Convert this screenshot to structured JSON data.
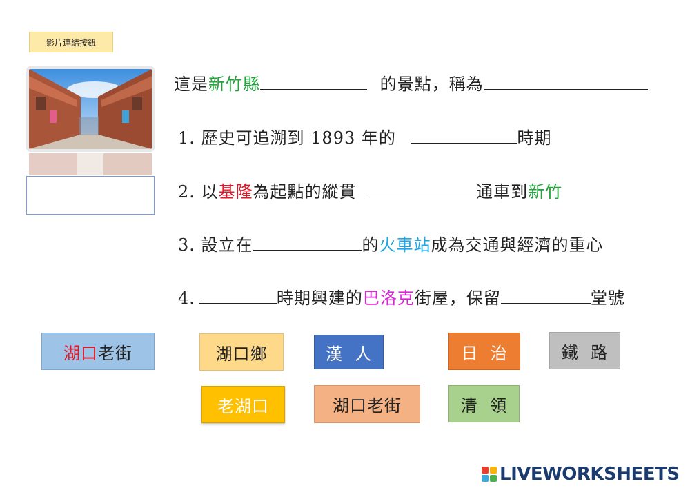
{
  "video_button": {
    "label": "影片連結按鈕"
  },
  "question": {
    "intro": {
      "prefix": "這是",
      "place": "新竹縣",
      "middle": "的景點，稱為"
    },
    "q1": {
      "prefix": "1. 歷史可追溯到 1893 年的",
      "suffix": "時期"
    },
    "q2": {
      "prefix": "2. 以",
      "start": "基隆",
      "middle": "為起點的縱貫",
      "to": "通車到",
      "dest": "新竹"
    },
    "q3": {
      "prefix": "3. 設立在",
      "the": "的",
      "station": "火車站",
      "suffix": "成為交通與經濟的重心"
    },
    "q4": {
      "prefix": "4.",
      "period": "時期興建的",
      "style": "巴洛克",
      "street": "街屋，保留",
      "suffix": "堂號"
    }
  },
  "tiles": [
    {
      "red": "湖口",
      "rest": "老街",
      "bg": "#9dc3e6",
      "border": "#7ea6cf"
    },
    {
      "text": "湖口鄉",
      "bg": "#ffd98a",
      "border": "#e8bf68"
    },
    {
      "text": "漢  人",
      "bg": "#4472c4",
      "border": "#365c9e",
      "color": "#ffffff"
    },
    {
      "text": "日  治",
      "bg": "#ed7d31",
      "border": "#c9651f",
      "color": "#ffffff"
    },
    {
      "text": "鐵  路",
      "bg": "#bfbfbf",
      "border": "#a5a5a5"
    },
    {
      "text": "老湖口",
      "bg": "#ffc000",
      "border": "#d9a300",
      "color": "#ffffff"
    },
    {
      "text": "湖口老街",
      "bg": "#f4b183",
      "border": "#d6946a"
    },
    {
      "text": "清  領",
      "bg": "#a9d18e",
      "border": "#8bb271"
    }
  ],
  "branding": {
    "logo_text": "LIVEWORKSHEETS"
  }
}
